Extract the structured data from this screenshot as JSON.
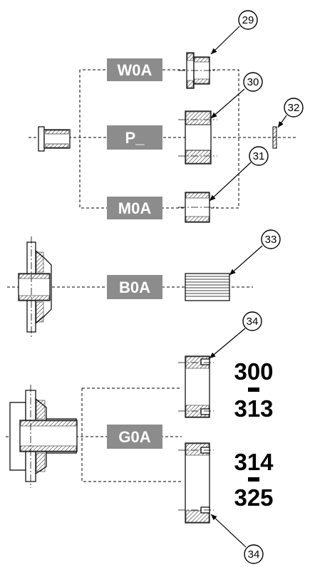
{
  "labels": {
    "w0a": "W0A",
    "p": "P_",
    "m0a": "M0A",
    "b0a": "B0A",
    "g0a": "G0A"
  },
  "callouts": {
    "c29": "29",
    "c30": "30",
    "c31": "31",
    "c32": "32",
    "c33": "33",
    "c34_top": "34",
    "c34_bottom": "34"
  },
  "ranges": {
    "range1_start": "300",
    "range1_end": "313",
    "range2_start": "314",
    "range2_end": "325"
  }
}
